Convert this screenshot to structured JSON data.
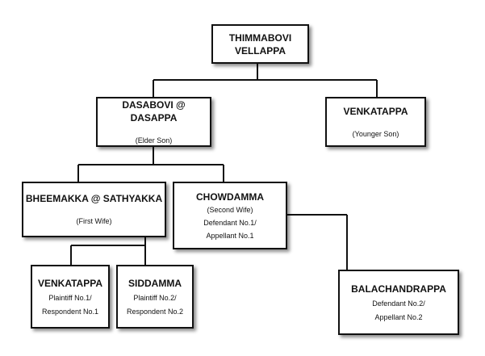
{
  "tree": {
    "root": {
      "name": "THIMMABOVI VELLAPPA"
    },
    "elder_son": {
      "name": "DASABOVI @ DASAPPA",
      "role": "(Elder Son)"
    },
    "younger_son": {
      "name": "VENKATAPPA",
      "role": "(Younger Son)"
    },
    "first_wife": {
      "name": "BHEEMAKKA @ SATHYAKKA",
      "role": "(First Wife)"
    },
    "second_wife": {
      "name": "CHOWDAMMA",
      "role": "(Second Wife)",
      "line1": "Defendant No.1/",
      "line2": "Appellant No.1"
    },
    "child_venkatappa": {
      "name": "VENKATAPPA",
      "line1": "Plaintiff No.1/",
      "line2": "Respondent No.1"
    },
    "child_siddamma": {
      "name": "SIDDAMMA",
      "line1": "Plaintiff No.2/",
      "line2": "Respondent No.2"
    },
    "child_balachandrappa": {
      "name": "BALACHANDRAPPA",
      "line1": "Defendant No.2/",
      "line2": "Appellant No.2"
    }
  },
  "colors": {
    "line": "#111111",
    "box_border": "#111111",
    "background": "#ffffff"
  }
}
